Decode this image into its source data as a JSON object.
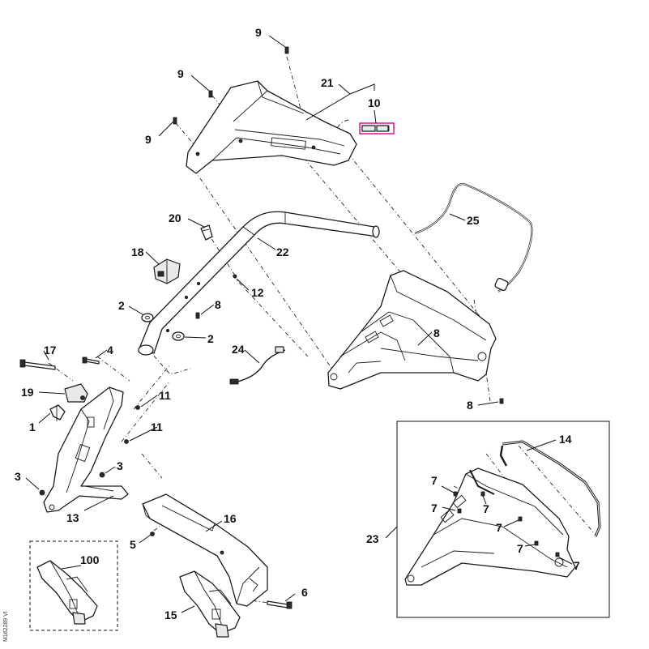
{
  "figure_code": "M162289 VI",
  "callouts": {
    "c1": "1",
    "c2a": "2",
    "c2b": "2",
    "c3a": "3",
    "c3b": "3",
    "c4": "4",
    "c5": "5",
    "c6": "6",
    "c7a": "7",
    "c7b": "7",
    "c7c": "7",
    "c7d": "7",
    "c7e": "7",
    "c7f": "7",
    "c8a": "8",
    "c8b": "8",
    "c8c": "8",
    "c9a": "9",
    "c9b": "9",
    "c9c": "9",
    "c10": "10",
    "c11a": "11",
    "c11b": "11",
    "c12": "12",
    "c13": "13",
    "c14": "14",
    "c15": "15",
    "c16": "16",
    "c17": "17",
    "c18": "18",
    "c19": "19",
    "c20": "20",
    "c21": "21",
    "c22": "22",
    "c23": "23",
    "c24": "24",
    "c25": "25",
    "c100": "100"
  },
  "colors": {
    "highlight": "#e0008a",
    "ink": "#111111"
  }
}
